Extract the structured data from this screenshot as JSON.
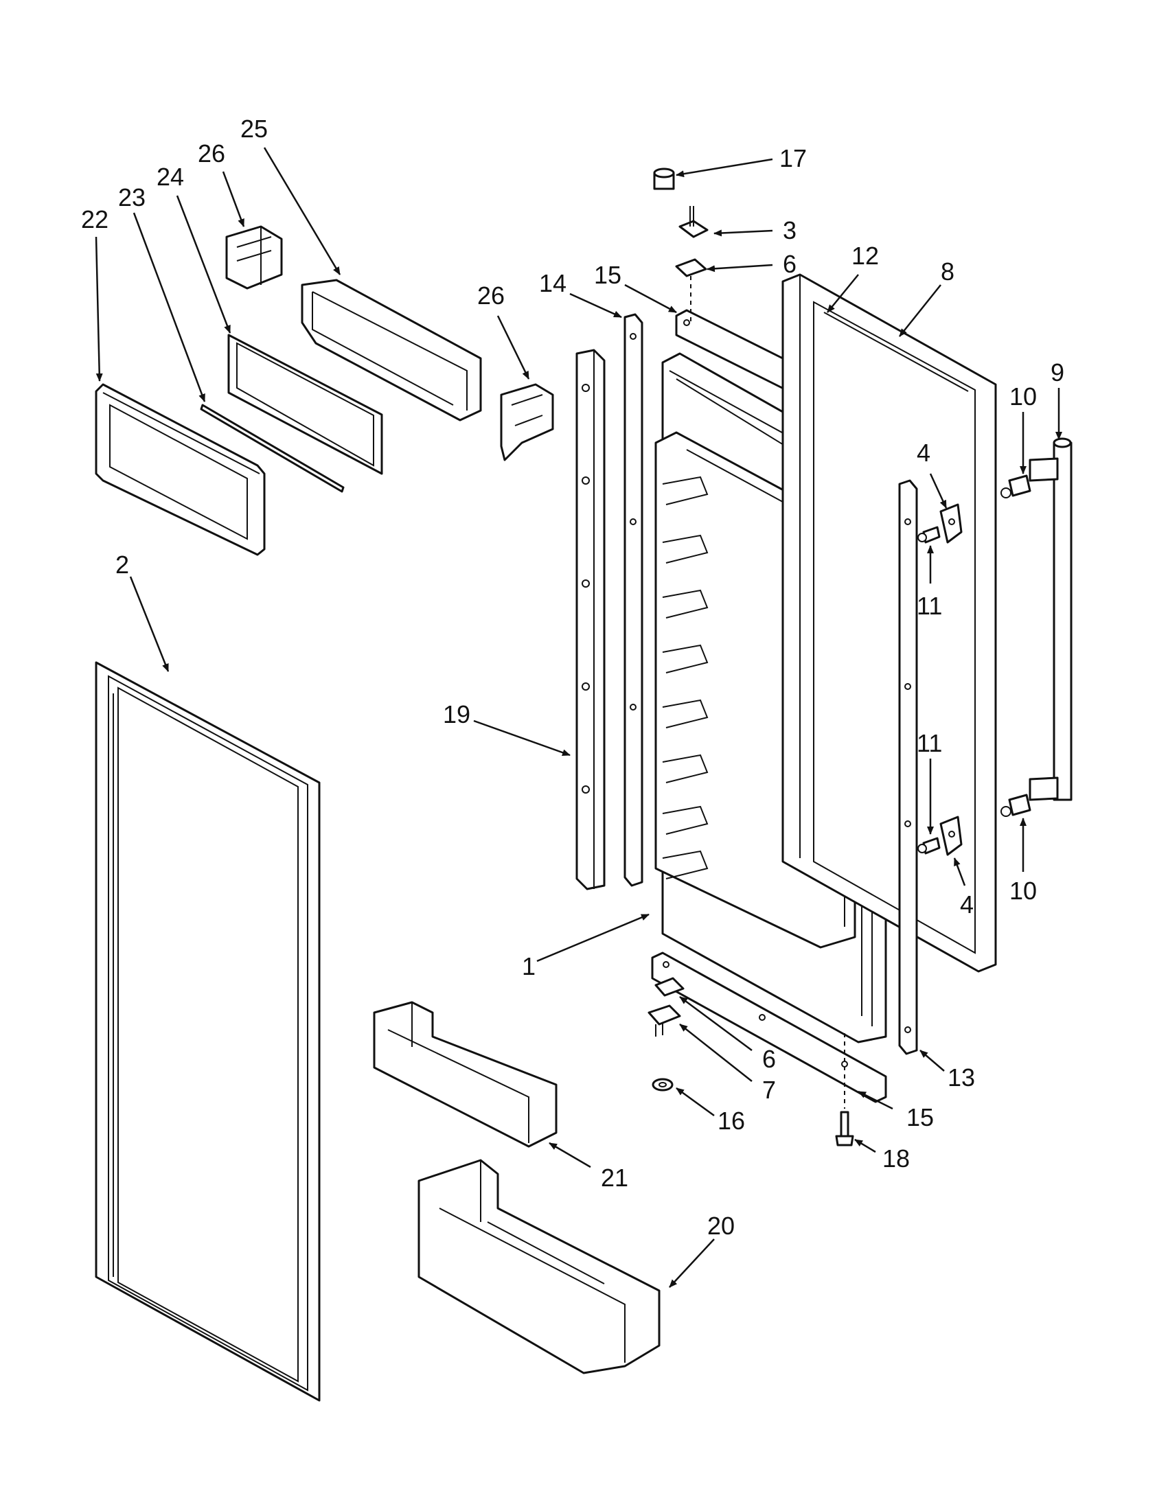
{
  "callouts": {
    "c1": "1",
    "c2": "2",
    "c3": "3",
    "c4a": "4",
    "c4b": "4",
    "c6a": "6",
    "c6b": "6",
    "c7": "7",
    "c8": "8",
    "c9": "9",
    "c10a": "10",
    "c10b": "10",
    "c11a": "11",
    "c11b": "11",
    "c12": "12",
    "c13": "13",
    "c14": "14",
    "c15a": "15",
    "c15b": "15",
    "c16": "16",
    "c17": "17",
    "c18": "18",
    "c19": "19",
    "c20": "20",
    "c21": "21",
    "c22": "22",
    "c23": "23",
    "c24": "24",
    "c25": "25",
    "c26a": "26",
    "c26b": "26"
  }
}
